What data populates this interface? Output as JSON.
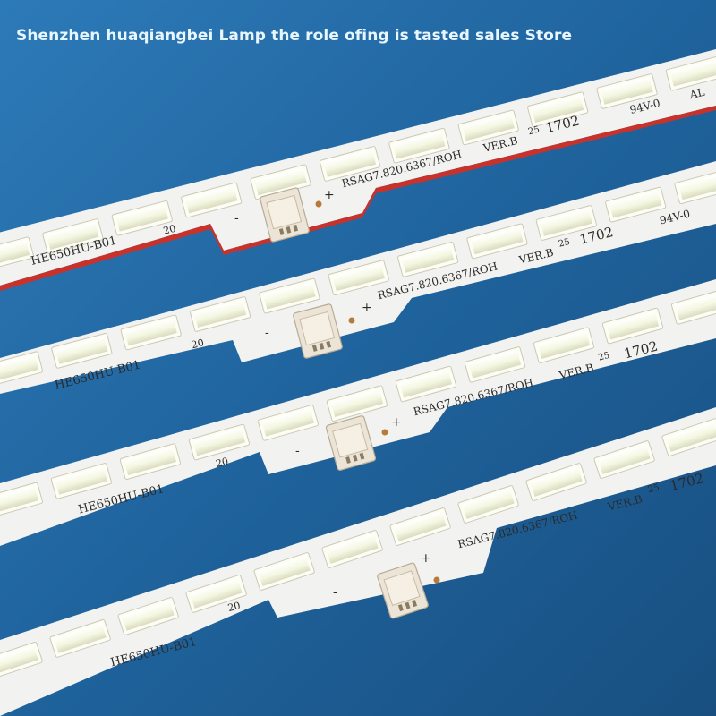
{
  "banner": "Shenzhen huaqiangbei Lamp the role ofing is tasted sales Store",
  "strip_labels": {
    "model": "HE650HU-B01",
    "part": "RSAG7.820.6367/ROH",
    "version": "VER.B",
    "count": "20",
    "date": "1702",
    "rating": "94V-0",
    "al": "AL",
    "temp": "25",
    "plus": "+",
    "minus": "-"
  },
  "colors": {
    "background": "#1c5a8f",
    "strip": "#f2f2f0",
    "led": "#f3f6e2",
    "connector": "#ece4d6"
  }
}
